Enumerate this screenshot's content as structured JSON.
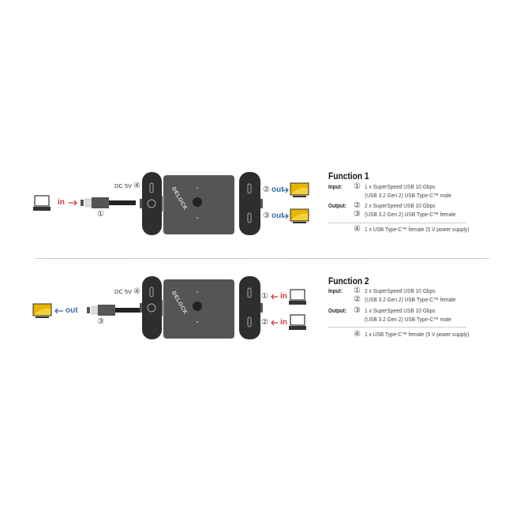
{
  "brand": "DELOCK",
  "colors": {
    "in": "#d23a3a",
    "out": "#3a6ea8",
    "device": "#4a4a4a"
  },
  "function1": {
    "title": "Function 1",
    "input_label": "Input:",
    "output_label": "Output:",
    "rows": [
      {
        "num": "①",
        "text": "1 x SuperSpeed USB 10 Gbps"
      },
      {
        "num": "",
        "text": "(USB 3.2 Gen 2) USB Type-C™ male"
      },
      {
        "num": "②",
        "text": "2 x SuperSpeed USB 10 Gbps"
      },
      {
        "num": "③",
        "text": "(USB 3.2 Gen 2) USB Type-C™ female"
      },
      {
        "num": "④",
        "text": "1 x USB Type-C™ female (5 V power supply)"
      }
    ],
    "diagram": {
      "dc": "DC 5V",
      "dc_num": "④",
      "in": "in",
      "cable_num": "①",
      "out1_num": "②",
      "out2_num": "③",
      "out": "out"
    }
  },
  "function2": {
    "title": "Function 2",
    "input_label": "Input:",
    "output_label": "Output:",
    "rows": [
      {
        "num": "①",
        "text": "2 x SuperSpeed USB 10 Gbps"
      },
      {
        "num": "②",
        "text": "(USB 3.2 Gen 2) USB Type-C™ female"
      },
      {
        "num": "③",
        "text": "1 x SuperSpeed USB 10 Gbps"
      },
      {
        "num": "",
        "text": "(USB 3.2 Gen 2) USB Type-C™ male"
      },
      {
        "num": "④",
        "text": "1 x USB Type-C™ female (5 V power supply)"
      }
    ],
    "diagram": {
      "dc": "DC 5V",
      "dc_num": "④",
      "out": "out",
      "cable_num": "③",
      "in1_num": "①",
      "in2_num": "②",
      "in": "in"
    }
  }
}
